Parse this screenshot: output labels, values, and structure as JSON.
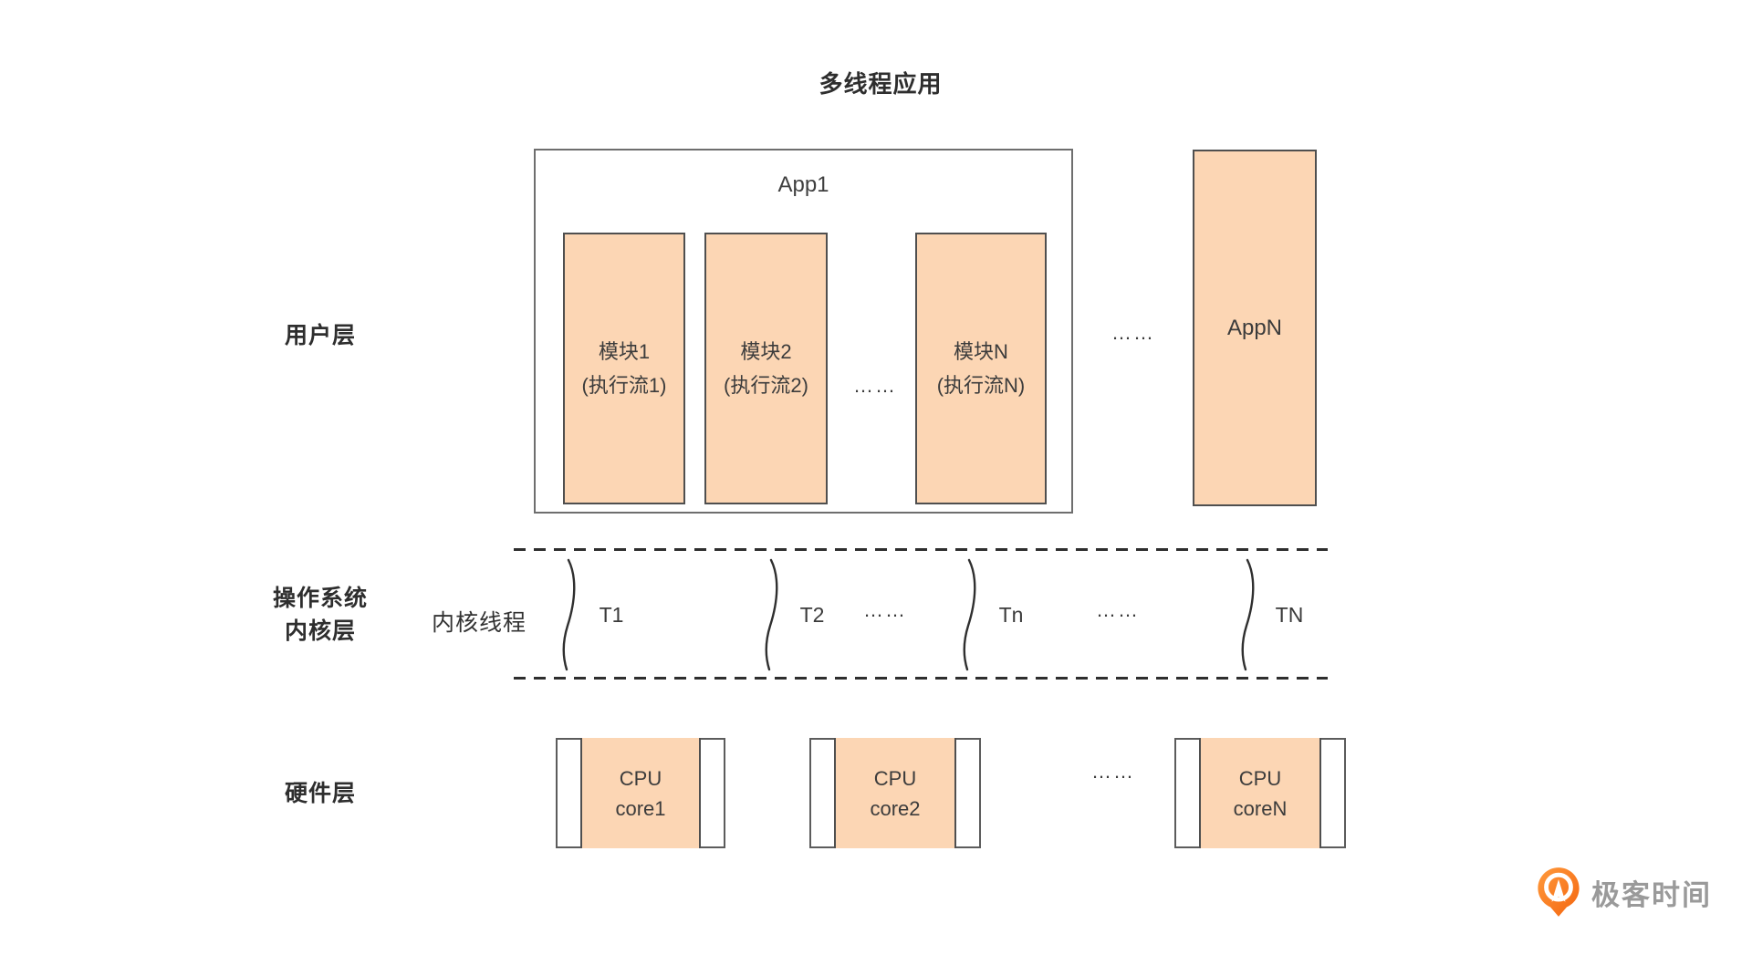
{
  "title": "多线程应用",
  "layers": {
    "user": "用户层",
    "kernel_line1": "操作系统",
    "kernel_line2": "内核层",
    "hardware": "硬件层"
  },
  "user_layer": {
    "app1_label": "App1",
    "modules": [
      {
        "line1": "模块1",
        "line2": "(执行流1)"
      },
      {
        "line1": "模块2",
        "line2": "(执行流2)"
      },
      {
        "line1": "模块N",
        "line2": "(执行流N)"
      }
    ],
    "modules_ellipsis": "……",
    "apps_ellipsis": "……",
    "appn_label": "AppN"
  },
  "kernel_layer": {
    "threads_label": "内核线程",
    "threads": [
      "T1",
      "T2",
      "Tn",
      "TN"
    ],
    "ellipsis_1": "……",
    "ellipsis_2": "……"
  },
  "hardware_layer": {
    "cpus": [
      {
        "line1": "CPU",
        "line2": "core1"
      },
      {
        "line1": "CPU",
        "line2": "core2"
      },
      {
        "line1": "CPU",
        "line2": "coreN"
      }
    ],
    "ellipsis": "……"
  },
  "branding": {
    "logo_text": "极客时间"
  },
  "colors": {
    "box_fill": "#fcd6b4",
    "box_border": "#4f4f4f",
    "line": "#2e2e2e",
    "logo_orange": "#fb7a28",
    "logo_text_gray": "#9a9a9a"
  }
}
